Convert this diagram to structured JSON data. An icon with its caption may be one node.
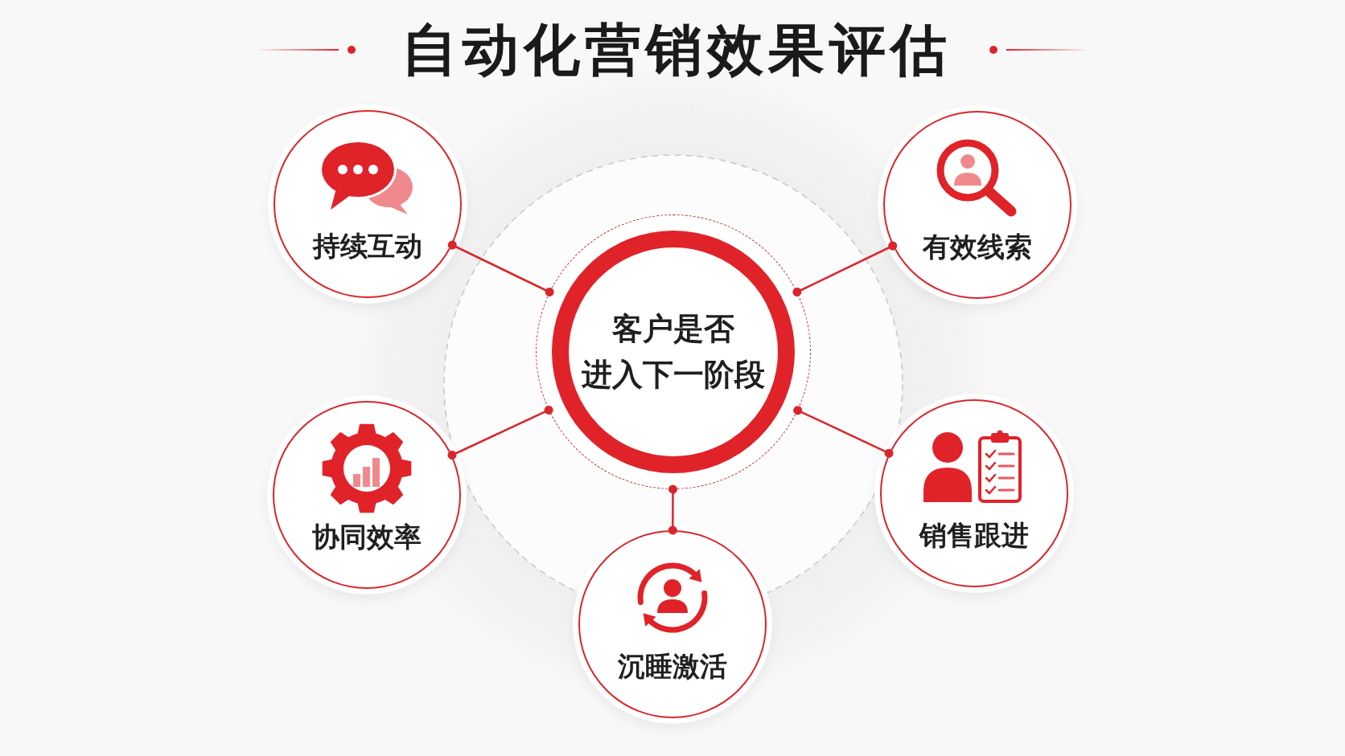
{
  "diagram": {
    "title": "自动化营销效果评估",
    "nodes": [
      {
        "text": [
          "持续互动"
        ]
      },
      {
        "text": [
          "有效线索"
        ]
      },
      {
        "text": [
          "客户是否进入下一阶段"
        ]
      },
      {
        "text": [
          "协同效率"
        ]
      },
      {
        "text": [
          "销售跟进"
        ]
      },
      {
        "text": [
          "沉睡激活"
        ]
      }
    ],
    "edges": [
      {
        "from": 2,
        "to": 0,
        "arrow": "other"
      },
      {
        "from": 2,
        "to": 1,
        "arrow": "other"
      },
      {
        "from": 2,
        "to": 3,
        "arrow": "other"
      },
      {
        "from": 2,
        "to": 4,
        "arrow": "other"
      },
      {
        "from": 2,
        "to": 5,
        "arrow": "other"
      }
    ]
  }
}
